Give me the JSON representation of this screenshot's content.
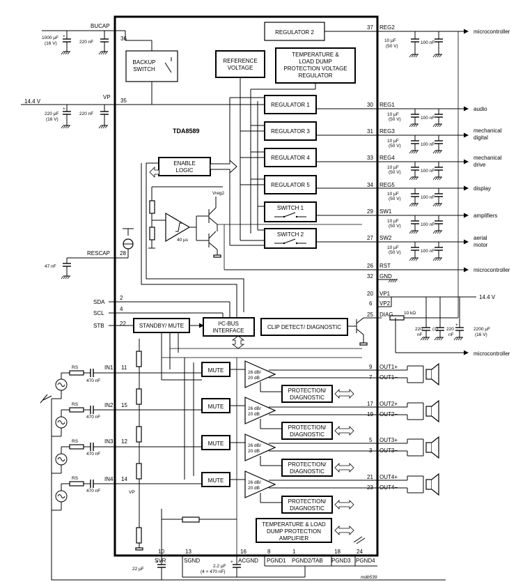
{
  "chip": {
    "name": "TDA8589"
  },
  "figure_code": "mdb539",
  "blocks": {
    "regulator2": "REGULATOR 2",
    "backup_switch": [
      "BACKUP",
      "SWITCH"
    ],
    "reference_voltage": [
      "REFERENCE",
      "VOLTAGE"
    ],
    "temp_load_dump_reg": [
      "TEMPERATURE &",
      "LOAD DUMP",
      "PROTECTION VOLTAGE",
      "REGULATOR"
    ],
    "regulator1": "REGULATOR 1",
    "regulator3": "REGULATOR 3",
    "regulator4": "REGULATOR 4",
    "regulator5": "REGULATOR 5",
    "switch1": "SWITCH 1",
    "switch2": "SWITCH 2",
    "enable_logic": [
      "ENABLE",
      "LOGIC"
    ],
    "standby_mute": "STANDBY/ MUTE",
    "i2c_bus": [
      "I²C-BUS",
      "INTERFACE"
    ],
    "clip_detect": "CLIP DETECT/ DIAGNOSTIC",
    "mute": "MUTE",
    "protection_diag": [
      "PROTECTION/",
      "DIAGNOSTIC"
    ],
    "temp_load_dump_amp": [
      "TEMPERATURE & LOAD",
      "DUMP PROTECTION",
      "AMPLIFIER"
    ],
    "gain_top": "26 dB/",
    "gain_bottom": "20 dB",
    "vreg2": "Vreg2",
    "delay": "40 µs"
  },
  "left_pins": [
    {
      "name": "BUCAP",
      "number": "36"
    },
    {
      "name": "VP",
      "number": "35"
    },
    {
      "name": "RESCAP",
      "number": "28"
    },
    {
      "name": "SDA",
      "number": "2"
    },
    {
      "name": "SCL",
      "number": "4"
    },
    {
      "name": "STB",
      "number": "22"
    },
    {
      "name": "IN1",
      "number": "11"
    },
    {
      "name": "IN2",
      "number": "15"
    },
    {
      "name": "IN3",
      "number": "12"
    },
    {
      "name": "IN4",
      "number": "14"
    }
  ],
  "right_pins": [
    {
      "name": "REG2",
      "number": "37"
    },
    {
      "name": "REG1",
      "number": "30"
    },
    {
      "name": "REG3",
      "number": "31"
    },
    {
      "name": "REG4",
      "number": "33"
    },
    {
      "name": "REG5",
      "number": "34"
    },
    {
      "name": "SW1",
      "number": "29"
    },
    {
      "name": "SW2",
      "number": "27"
    },
    {
      "name": "RST",
      "number": "26"
    },
    {
      "name": "GND",
      "number": "32"
    },
    {
      "name": "VP1",
      "number": "20"
    },
    {
      "name": "VP2",
      "number": "6"
    },
    {
      "name": "DIAG",
      "number": "25"
    },
    {
      "name": "OUT1+",
      "number": "9"
    },
    {
      "name": "OUT1−",
      "number": "7"
    },
    {
      "name": "OUT2+",
      "number": "17"
    },
    {
      "name": "OUT2−",
      "number": "19"
    },
    {
      "name": "OUT3+",
      "number": "5"
    },
    {
      "name": "OUT3−",
      "number": "3"
    },
    {
      "name": "OUT4+",
      "number": "21"
    },
    {
      "name": "OUT4−",
      "number": "23"
    }
  ],
  "bottom_pins": [
    {
      "name": "SVR",
      "number": "10"
    },
    {
      "name": "SGND",
      "number": "13"
    },
    {
      "name": "ACGND",
      "number": "16"
    },
    {
      "name": "PGND1",
      "number": "8"
    },
    {
      "name": "PGND2/TAB",
      "number": "1"
    },
    {
      "name": "PGND3",
      "number": "18"
    },
    {
      "name": "PGND4",
      "number": "24"
    }
  ],
  "destinations": {
    "microcontroller": "microcontroller",
    "audio": "audio",
    "mech_digital": [
      "mechanical",
      "digital"
    ],
    "mech_drive": [
      "mechanical",
      "drive"
    ],
    "display": "display",
    "amplifiers": "amplifiers",
    "aerial_motor": [
      "aerial",
      "motor"
    ]
  },
  "components": {
    "c_bucap_big": [
      "1000 µF",
      "(16 V)"
    ],
    "c_220nF": "220 nF",
    "c_vp_big": [
      "220 µF",
      "(16 V)"
    ],
    "c_10uF": [
      "10 µF",
      "(50 V)"
    ],
    "c_100nF": "100 nF",
    "c_47nF": "47 nF",
    "c_470nF": "470 nF",
    "c_22uF": "22 µF",
    "c_acgnd": [
      "2.2 µF",
      "(4 × 470 nF)"
    ],
    "c_220_short": [
      "220",
      "nF"
    ],
    "note_1": "(1)",
    "c_2200uF": [
      "2200 µF",
      "(16 V)"
    ],
    "r_10k": "10 kΩ",
    "rs": "RS",
    "supply_voltage": "14.4 V",
    "vp_small": "VP"
  }
}
